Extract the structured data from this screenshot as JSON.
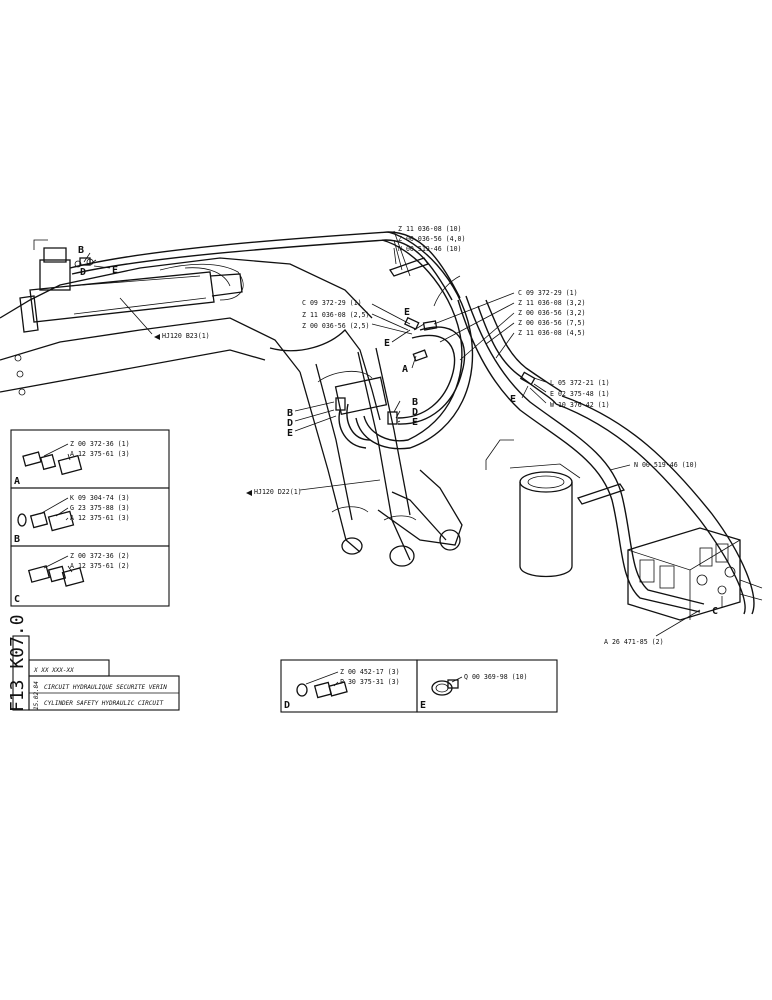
{
  "diagram": {
    "main_labels": {
      "z11_top": "Z 11 036-08 (10)",
      "z00_top": "Z 00 036-56 (4,0)",
      "n00_top": "N 00 519-46 (10)",
      "c09_left": "C 09 372-29 (1)",
      "z11_left": "Z 11 036-08 (2,5)",
      "z00_left": "Z 00 036-56 (2,5)",
      "c09_right": "C 09 372-29 (1)",
      "z11_r1": "Z 11 036-08 (3,2)",
      "z00_r1": "Z 00 036-56 (3,2)",
      "z00_r2": "Z 00 036-56 (7,5)",
      "z11_r2": "Z 11 036-08 (4,5)",
      "l05": "L 05 372-21 (1)",
      "e02": "E 02 375-48 (1)",
      "w10": "W 10 376-42 (1)",
      "n00_mid": "N 00 519-46 (10)",
      "a26": "A 26 471-85 (2)",
      "hj_b23": "HJ120 B23(1)",
      "hj_d22": "HJ120 D22(1)"
    },
    "letters": {
      "b": "B",
      "d": "D",
      "e": "E",
      "a": "A",
      "c": "C"
    }
  },
  "detail_boxes": {
    "a": {
      "letter": "A",
      "items": [
        "Z 00 372-36 (1)",
        "A 12 375-61 (3)"
      ]
    },
    "b": {
      "letter": "B",
      "items": [
        "K 09 304-74 (3)",
        "G 23 375-88 (3)",
        "A 12 375-61 (3)"
      ]
    },
    "c": {
      "letter": "C",
      "items": [
        "Z 00 372-36 (2)",
        "A 12 375-61 (2)"
      ]
    },
    "d": {
      "letter": "D",
      "items": [
        "Z 00 452-17 (3)",
        "P 30 375-31 (3)"
      ]
    },
    "e": {
      "letter": "E",
      "items": [
        "Q 00 369-98 (10)"
      ]
    }
  },
  "title_block": {
    "drawing_code": "F13 K07.0",
    "ref_number": "X XX XXX-XX",
    "date": "15.02.84",
    "title_fr": "CIRCUIT HYDRAULIQUE SECURITE VERIN",
    "title_en": "CYLINDER SAFETY HYDRAULIC CIRCUIT"
  }
}
